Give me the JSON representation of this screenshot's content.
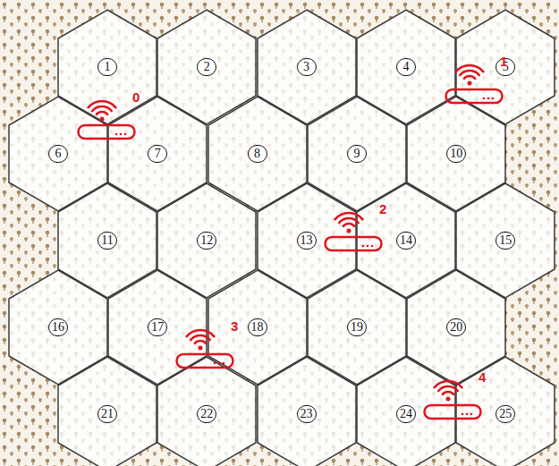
{
  "diagram": {
    "nodes": [
      {
        "text": [
          "1"
        ]
      },
      {
        "text": [
          "2"
        ]
      },
      {
        "text": [
          "3"
        ]
      },
      {
        "text": [
          "4"
        ]
      },
      {
        "text": [
          "5"
        ]
      },
      {
        "text": [
          "6"
        ]
      },
      {
        "text": [
          "7"
        ]
      },
      {
        "text": [
          "8"
        ]
      },
      {
        "text": [
          "9"
        ]
      },
      {
        "text": [
          "10"
        ]
      },
      {
        "text": [
          "11"
        ]
      },
      {
        "text": [
          "12"
        ]
      },
      {
        "text": [
          "13"
        ]
      },
      {
        "text": [
          "14"
        ]
      },
      {
        "text": [
          "15"
        ]
      },
      {
        "text": [
          "16"
        ]
      },
      {
        "text": [
          "17"
        ]
      },
      {
        "text": [
          "18"
        ]
      },
      {
        "text": [
          "19"
        ]
      },
      {
        "text": [
          "20"
        ]
      },
      {
        "text": [
          "21"
        ]
      },
      {
        "text": [
          "22"
        ]
      },
      {
        "text": [
          "23"
        ]
      },
      {
        "text": [
          "24"
        ]
      },
      {
        "text": [
          "25"
        ]
      },
      {
        "text": [
          "0"
        ]
      },
      {
        "text": [
          "1"
        ]
      },
      {
        "text": [
          "2"
        ]
      },
      {
        "text": [
          "3"
        ]
      },
      {
        "text": [
          "4"
        ]
      }
    ]
  }
}
